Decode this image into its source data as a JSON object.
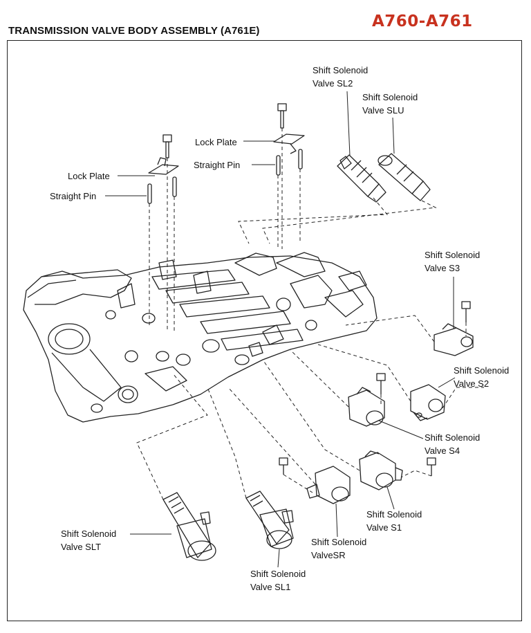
{
  "header": {
    "title": "TRANSMISSION VALVE BODY ASSEMBLY (A761E)",
    "model": "A760-A761"
  },
  "labels": {
    "sl2": [
      "Shift Solenoid",
      "Valve SL2"
    ],
    "slu": [
      "Shift Solenoid",
      "Valve SLU"
    ],
    "lock_plate_right": "Lock Plate",
    "straight_pin_right": "Straight Pin",
    "lock_plate_left": "Lock Plate",
    "straight_pin_left": "Straight Pin",
    "s3": [
      "Shift Solenoid",
      "Valve S3"
    ],
    "s2": [
      "Shift Solenoid",
      "Valve S2"
    ],
    "s4": [
      "Shift Solenoid",
      "Valve S4"
    ],
    "s1": [
      "Shift Solenoid",
      "Valve S1"
    ],
    "sr": [
      "Shift Solenoid",
      "ValveSR"
    ],
    "slt": [
      "Shift Solenoid",
      "Valve SLT"
    ],
    "sl1": [
      "Shift Solenoid",
      "Valve SL1"
    ]
  },
  "colors": {
    "model_text": "#c8321f",
    "line": "#222222"
  }
}
